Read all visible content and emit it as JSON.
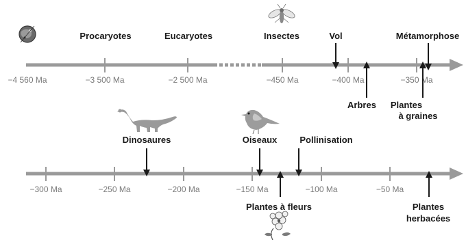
{
  "timeline_top": {
    "ticks": [
      "−4 560 Ma",
      "−3 500 Ma",
      "−2 500 Ma",
      "−450 Ma",
      "−400 Ma",
      "−350 Ma"
    ],
    "events_above": [
      "Procaryotes",
      "Eucaryotes",
      "Insectes",
      "Vol",
      "Métamorphose"
    ],
    "events_below": [
      "Arbres",
      "Plantes",
      "à graines"
    ]
  },
  "timeline_bottom": {
    "ticks": [
      "−300 Ma",
      "−250 Ma",
      "−200 Ma",
      "−150 Ma",
      "−100 Ma",
      "−50 Ma"
    ],
    "events_above": [
      "Dinosaures",
      "Oiseaux",
      "Pollinisation"
    ],
    "events_below": [
      "Plantes à fleurs",
      "Plantes",
      "herbacées"
    ]
  },
  "icons": [
    "earth-icon",
    "insect-icon",
    "dinosaur-icon",
    "bird-icon",
    "flower-icon"
  ],
  "colors": {
    "axis": "#9a9a9a",
    "text": "#1a1a1a",
    "tick_text": "#7a7a7a"
  }
}
